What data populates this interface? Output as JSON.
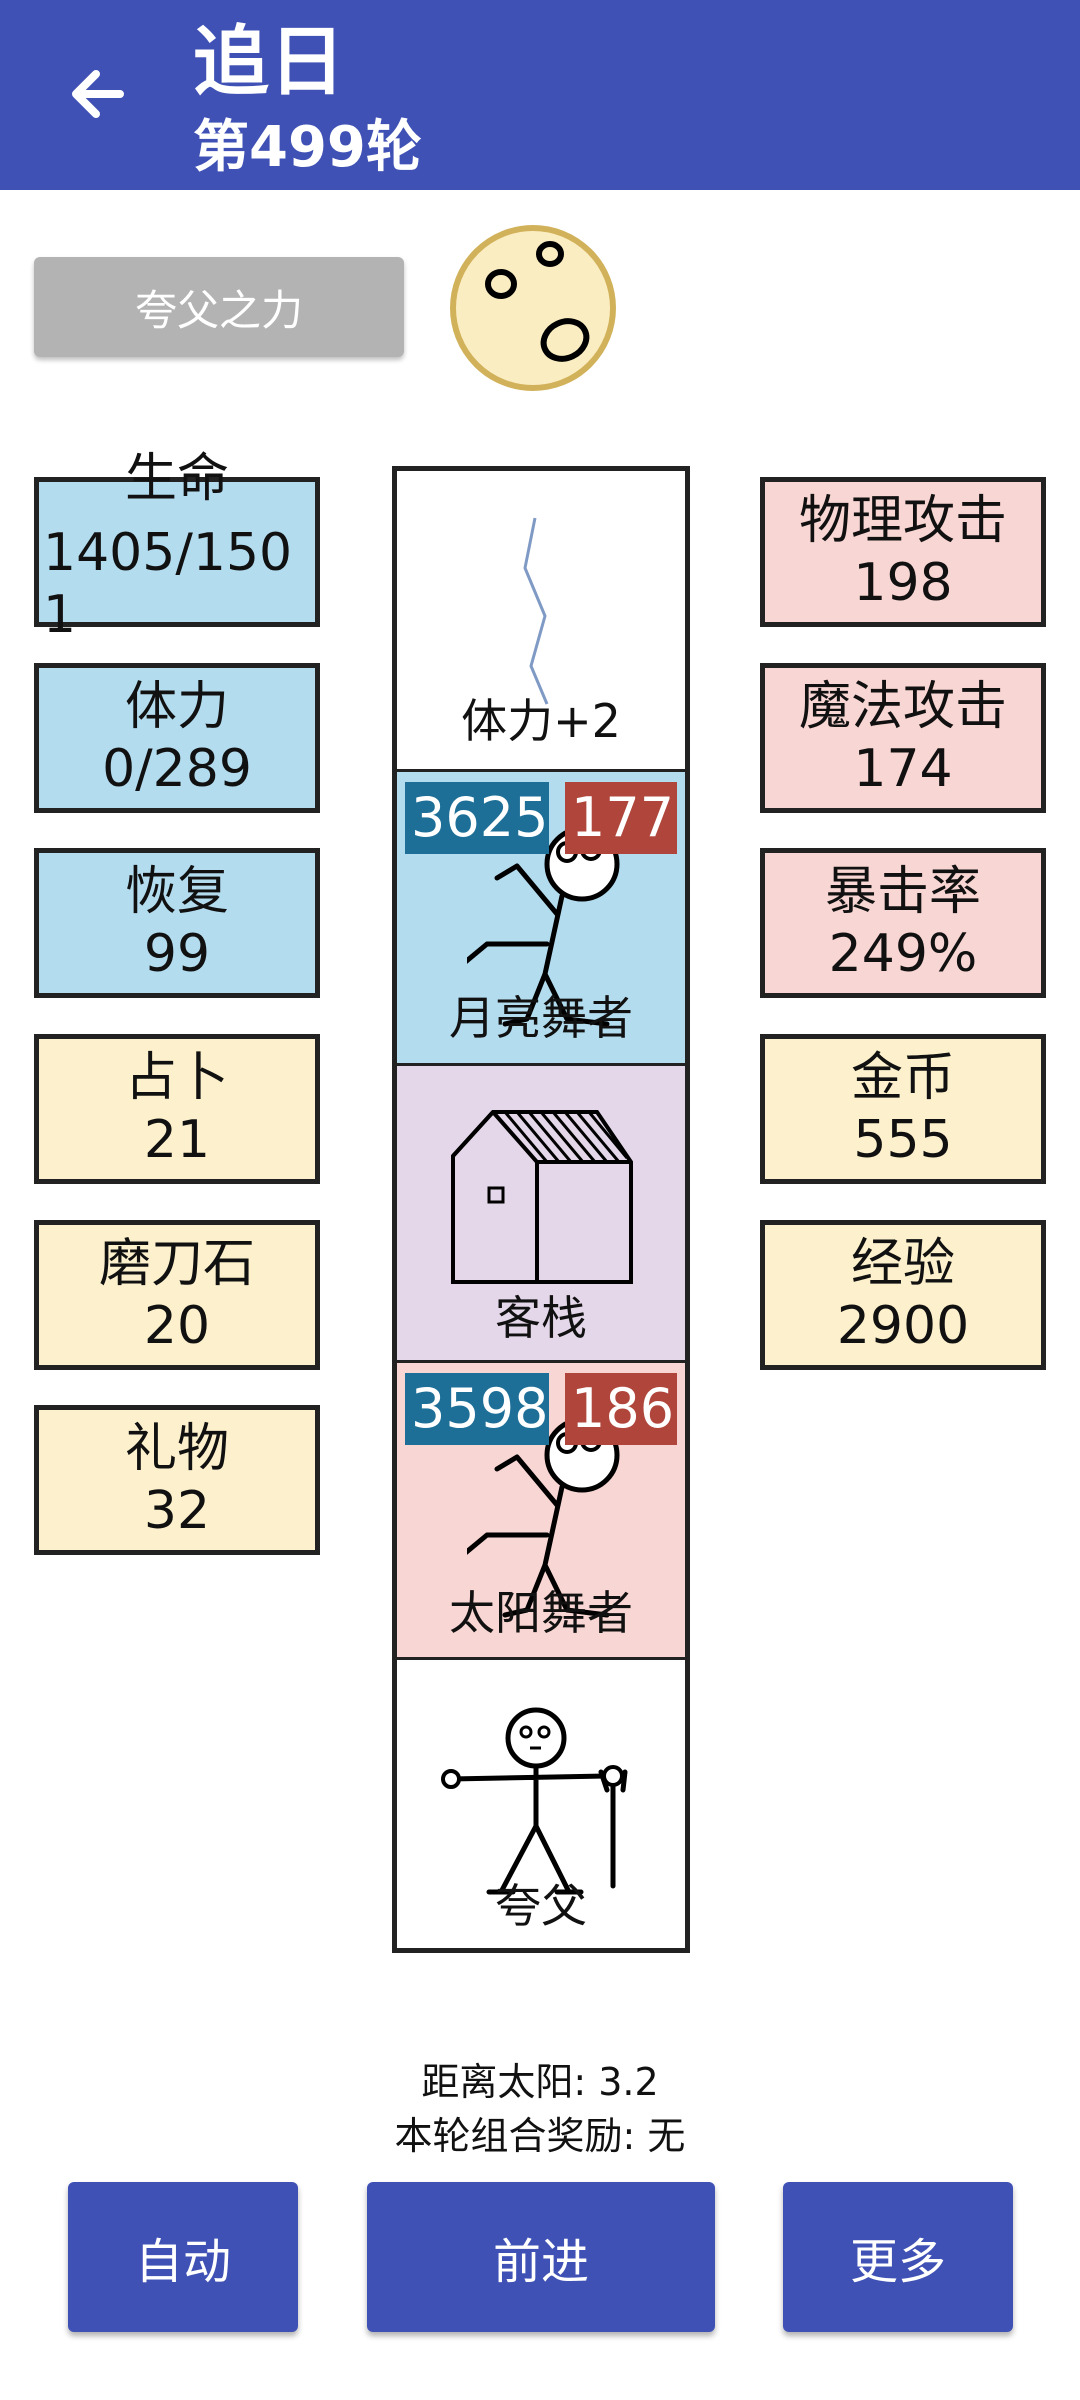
{
  "header": {
    "title": "追日",
    "round": "第499轮"
  },
  "power_button": "夸父之力",
  "stats_left": [
    {
      "label": "生命",
      "value": "1405/1501",
      "color": "#b3dcef"
    },
    {
      "label": "体力",
      "value": "0/289",
      "color": "#b3dcef"
    },
    {
      "label": "恢复",
      "value": "99",
      "color": "#b3dcef"
    },
    {
      "label": "占卜",
      "value": "21",
      "color": "#fdf1cd"
    },
    {
      "label": "磨刀石",
      "value": "20",
      "color": "#fdf1cd"
    },
    {
      "label": "礼物",
      "value": "32",
      "color": "#fdf1cd"
    }
  ],
  "stats_right": [
    {
      "label": "物理攻击",
      "value": "198",
      "color": "#f8d6d3"
    },
    {
      "label": "魔法攻击",
      "value": "174",
      "color": "#f8d6d3"
    },
    {
      "label": "暴击率",
      "value": "249%",
      "color": "#f8d6d3"
    },
    {
      "label": "金币",
      "value": "555",
      "color": "#fdf1cd"
    },
    {
      "label": "经验",
      "value": "2900",
      "color": "#fdf1cd"
    }
  ],
  "track": {
    "tile_stamina": {
      "label": "体力+2"
    },
    "tile_moon_dancer": {
      "label": "月亮舞者",
      "hp": "3625",
      "attack": "177",
      "color": "#b3dcef"
    },
    "tile_inn": {
      "label": "客栈",
      "color": "#e4d7e9"
    },
    "tile_sun_dancer": {
      "label": "太阳舞者",
      "hp": "3598",
      "attack": "186",
      "color": "#f8d6d3"
    },
    "tile_player": {
      "label": "夸父"
    }
  },
  "info": {
    "distance": "距离太阳: 3.2",
    "bonus": "本轮组合奖励: 无"
  },
  "buttons": {
    "auto": "自动",
    "advance": "前进",
    "more": "更多"
  },
  "colors": {
    "app_bar": "#3f51b5",
    "hp_badge": "#1d6f98",
    "attack_badge": "#b0463b"
  }
}
